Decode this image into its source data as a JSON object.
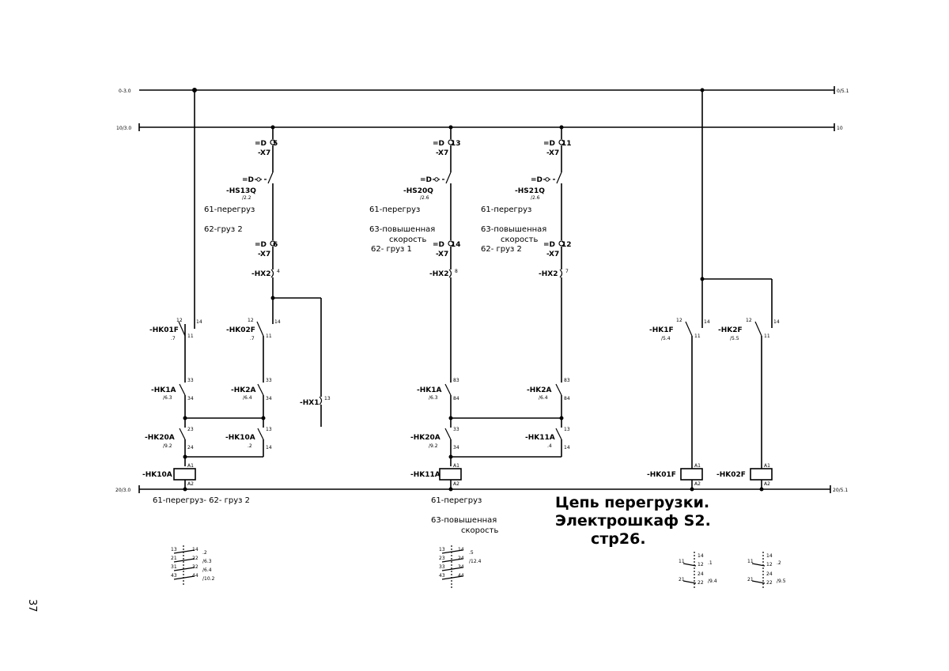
{
  "title": {
    "line1": "Цепь перегрузки.",
    "line2": "Электрошкаф S2.",
    "line3": "стр26."
  },
  "page_number": "37",
  "buses": {
    "top_left": "0-3.0",
    "top_right": "0/5.1",
    "mid_left": "10/3.0",
    "mid_right": "10",
    "bottom_left": "20/3.0",
    "bottom_right": "20/5.1"
  },
  "terminals": {
    "t5": "=D",
    "t5n": "5",
    "t13": "=D",
    "t13n": "13",
    "t11": "=D",
    "t11n": "11",
    "t6": "=D",
    "t6n": "6",
    "t14": "=D",
    "t14n": "14",
    "t12": "=D",
    "t12n": "12",
    "x7": "-X7"
  },
  "switches": {
    "hs13": {
      "tag": "-HS13Q",
      "ref": "/2.2",
      "pre": "=D"
    },
    "hs20": {
      "tag": "-HS20Q",
      "ref": "/2.6",
      "pre": "=D"
    },
    "hs21": {
      "tag": "-HS21Q",
      "ref": "/2.6",
      "pre": "=D"
    }
  },
  "switch_notes": {
    "g1": {
      "l1": "61-перегруз",
      "l2": "62-груз  2"
    },
    "g2": {
      "l1": "61-перегруз",
      "l2": "63-повышенная",
      "l3": "скорость",
      "l4": "62- груз  1"
    },
    "g3": {
      "l1": "61-перегруз",
      "l2": "63-повышенная",
      "l3": "скорость",
      "l4": "62- груз  2"
    }
  },
  "lamps": {
    "hx2": "-HX2",
    "hx2_a": "4",
    "hx2_b": "8",
    "hx2_c": "7",
    "hx1": "-HX1",
    "hx1_n": "13"
  },
  "contacts": {
    "hk01f_a": {
      "tag": "-HK01F",
      "ref": ".7",
      "n1": "12",
      "n2": "14",
      "n3": "11"
    },
    "hk02f_a": {
      "tag": "-HK02F",
      "ref": ".7",
      "n1": "12",
      "n2": "14",
      "n3": "11"
    },
    "hk1a_a": {
      "tag": "-HK1A",
      "ref": "/6.3",
      "n1": "33",
      "n2": "34"
    },
    "hk2a_a": {
      "tag": "-HK2A",
      "ref": "/6.4",
      "n1": "33",
      "n2": "34"
    },
    "hk20a_a": {
      "tag": "-HK20A",
      "ref": "/9.2",
      "n1": "23",
      "n2": "24"
    },
    "hk10a_a": {
      "tag": "-HK10A",
      "ref": ".2",
      "n1": "13",
      "n2": "14"
    },
    "hk1a_b": {
      "tag": "-HK1A",
      "ref": "/6.3",
      "n1": "83",
      "n2": "84"
    },
    "hk2a_b": {
      "tag": "-HK2A",
      "ref": "/6.4",
      "n1": "83",
      "n2": "84"
    },
    "hk20a_b": {
      "tag": "-HK20A",
      "ref": "/9.2",
      "n1": "33",
      "n2": "34"
    },
    "hk11a_b": {
      "tag": "-HK11A",
      "ref": ".4",
      "n1": "13",
      "n2": "14"
    },
    "hk1f_c": {
      "tag": "-HK1F",
      "ref": "/5.4",
      "n1": "12",
      "n2": "14",
      "n3": "11"
    },
    "hk2f_c": {
      "tag": "-HK2F",
      "ref": "/5.5",
      "n1": "12",
      "n2": "14",
      "n3": "11"
    }
  },
  "coils": {
    "hk10a": {
      "tag": "-HK10A",
      "a1": "A1",
      "a2": "A2"
    },
    "hk11a": {
      "tag": "-HK11A",
      "a1": "A1",
      "a2": "A2"
    },
    "hk01f": {
      "tag": "-HK01F",
      "a1": "A1",
      "a2": "A2"
    },
    "hk02f": {
      "tag": "-HK02F",
      "a1": "A1",
      "a2": "A2"
    }
  },
  "coil_notes": {
    "c1": "61-перегруз-  62- груз  2",
    "c2a": "61-перегруз",
    "c2b": "63-повышенная",
    "c2c": "скорость"
  },
  "xref": {
    "x1": {
      "r1": [
        "13",
        "14",
        ".2"
      ],
      "r2": [
        "21",
        "22",
        "/6.3"
      ],
      "r3": [
        "31",
        "32",
        "/6.4"
      ],
      "r4": [
        "43",
        "44",
        "/10.2"
      ]
    },
    "x2": {
      "r1": [
        "13",
        "14",
        ".5"
      ],
      "r2": [
        "23",
        "24",
        "/12.4"
      ],
      "r3": [
        "33",
        "34",
        ""
      ],
      "r4": [
        "43",
        "44",
        ""
      ]
    },
    "x3": {
      "r1": [
        "14",
        "",
        ""
      ],
      "r2": [
        "11",
        "12",
        ".1"
      ],
      "r3": [
        "24",
        "",
        ""
      ],
      "r4": [
        "21",
        "22",
        "/9.4"
      ]
    },
    "x4": {
      "r1": [
        "14",
        "",
        ""
      ],
      "r2": [
        "11",
        "12",
        ".2"
      ],
      "r3": [
        "24",
        "",
        ""
      ],
      "r4": [
        "21",
        "22",
        "/9.5"
      ]
    }
  }
}
